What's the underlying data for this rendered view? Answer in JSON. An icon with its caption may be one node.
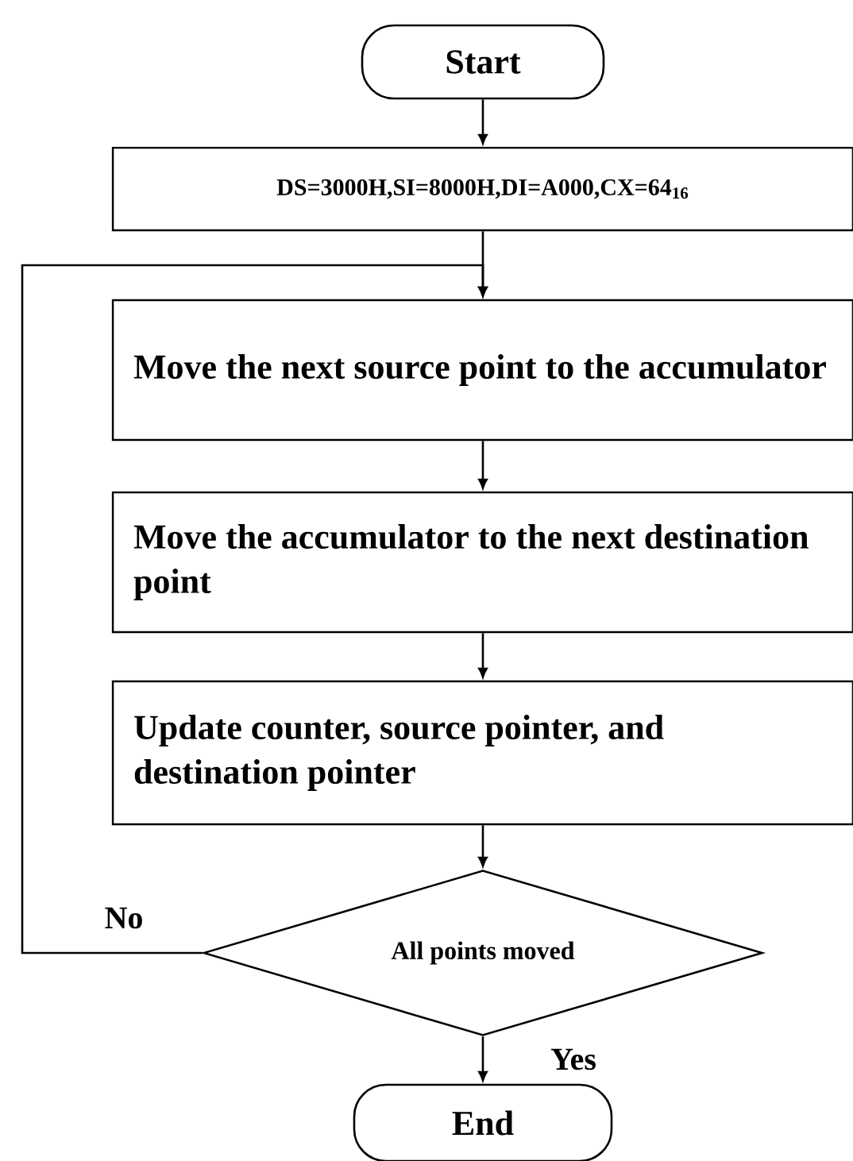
{
  "diagram": {
    "nodes": [
      {
        "text": [
          "Start"
        ]
      },
      {
        "text": [
          "DS=3000H,SI=8000H,DI=A000,CX=64$_{16}$"
        ]
      },
      {
        "text": [
          "Move the next source point to the accumulator"
        ]
      },
      {
        "text": [
          "Move the accumulator to the next destination point"
        ]
      },
      {
        "text": [
          "Update counter, source pointer, and destination pointer"
        ]
      },
      {
        "text": [
          "All points moved"
        ]
      },
      {
        "text": [
          "End"
        ]
      }
    ],
    "edges": [
      {
        "from": 0,
        "to": 1,
        "arrow": "to"
      },
      {
        "from": 1,
        "to": 2,
        "arrow": "to"
      },
      {
        "from": 2,
        "to": 3,
        "arrow": "to"
      },
      {
        "from": 3,
        "to": 4,
        "arrow": "to"
      },
      {
        "from": 4,
        "to": 5,
        "arrow": "to"
      },
      {
        "from": 5,
        "to": 6,
        "arrow": "to",
        "label": "Yes"
      },
      {
        "from": 5,
        "to": 2,
        "arrow": "to",
        "label": "No"
      }
    ]
  }
}
